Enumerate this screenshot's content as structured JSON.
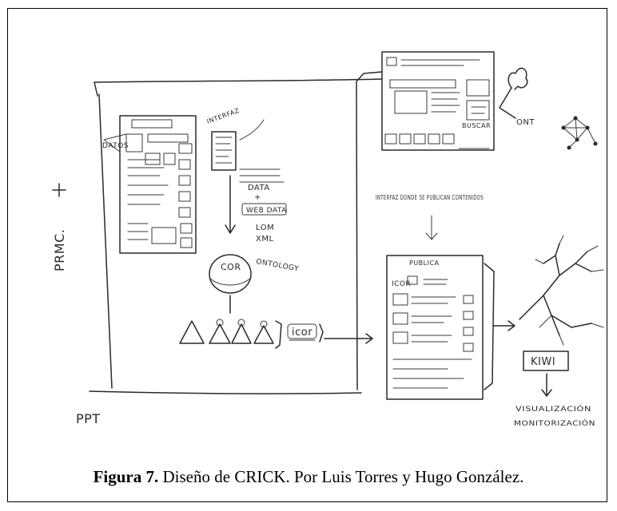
{
  "labels": {
    "prmc": "PRMC.",
    "ppt": "PPT",
    "dato": "DATOS",
    "interface": "INTERFAZ DONDE SE PUBLICAN CONTENIDOS",
    "interface_line2": "SE PUBLICAN",
    "interface_line3": "CONTENIDOS",
    "data": "DATA",
    "web_data": "WEB DATA",
    "lom": "LOM",
    "xml": "XML",
    "cor": "COR",
    "ontology": "ONTOLOGY",
    "icor": "icor",
    "icor_doc": "ICOR",
    "publica": "PUBLICA",
    "kiwi": "KIWI",
    "visualization": "VISUALIZACIÓN",
    "monitoring": "MONITORIZACIÓN",
    "ont": "ONT",
    "buscar": "BUSCAR"
  },
  "caption": {
    "label": "Figura 7.",
    "text": " Diseño de CRICK. Por Luis Torres y Hugo González."
  }
}
